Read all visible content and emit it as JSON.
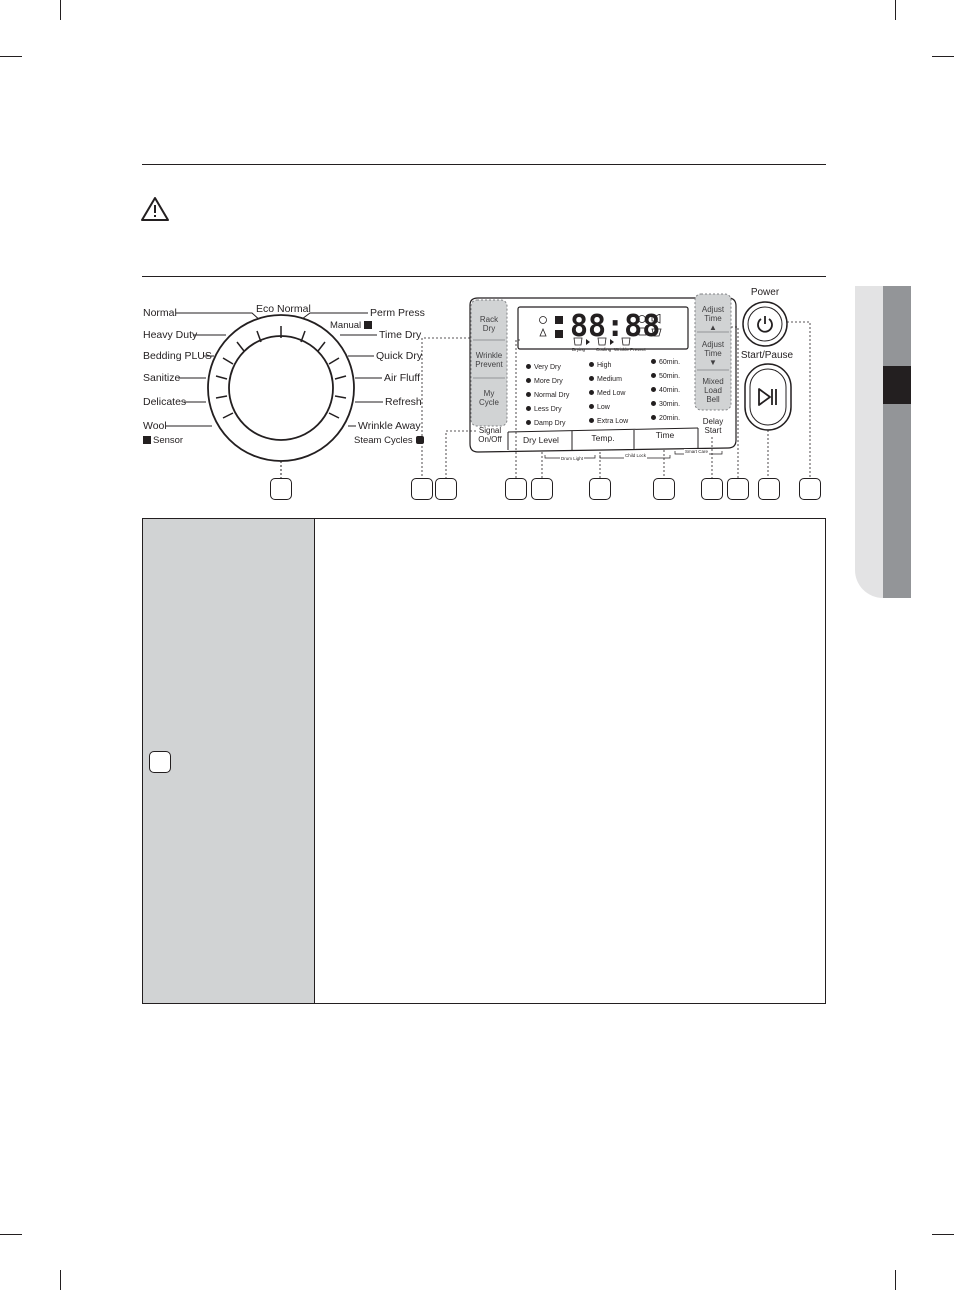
{
  "dial": {
    "left_labels": [
      "Normal",
      "Heavy Duty",
      "Bedding PLUS",
      "Sanitize",
      "Delicates",
      "Wool"
    ],
    "top_label": "Eco Normal",
    "right_labels": [
      "Perm Press",
      "Time Dry",
      "Quick Dry",
      "Air Fluff",
      "Refresh",
      "Wrinkle Away"
    ],
    "manual_label": "Manual",
    "sensor_label": "Sensor",
    "steam_label": "Steam Cycles"
  },
  "panel": {
    "left_buttons": [
      "Rack\nDry",
      "Wrinkle\nPrevent",
      "My\nCycle"
    ],
    "signal_label": "Signal\nOn/Off",
    "right_buttons": [
      "Adjust\nTime\n▲",
      "Adjust\nTime\n▼",
      "Mixed\nLoad\nBell"
    ],
    "delay_label": "Delay\nStart",
    "lcd_digits": "88:88",
    "lcd_small": [
      "Drying",
      "Cooling",
      "Wrinkle Prevent"
    ],
    "dry_levels": [
      "Very Dry",
      "More Dry",
      "Normal Dry",
      "Less Dry",
      "Damp Dry"
    ],
    "temps": [
      "High",
      "Medium",
      "Med Low",
      "Low",
      "Extra Low"
    ],
    "times": [
      "60min.",
      "50min.",
      "40min.",
      "30min.",
      "20min."
    ],
    "bottom_buttons": [
      "Dry Level",
      "Temp.",
      "Time"
    ],
    "hold_labels": [
      "Drum Light",
      "Child Lock",
      "Smart Care"
    ]
  },
  "power": {
    "label": "Power",
    "icon": "power-icon"
  },
  "start_pause": {
    "label": "Start/Pause",
    "icon": "play-pause-icon"
  },
  "colors": {
    "tab_dark": "#939598",
    "tab_light": "#e3e3e4",
    "table_left": "#d1d3d4",
    "panel_highlight": "#d1d3d4"
  }
}
